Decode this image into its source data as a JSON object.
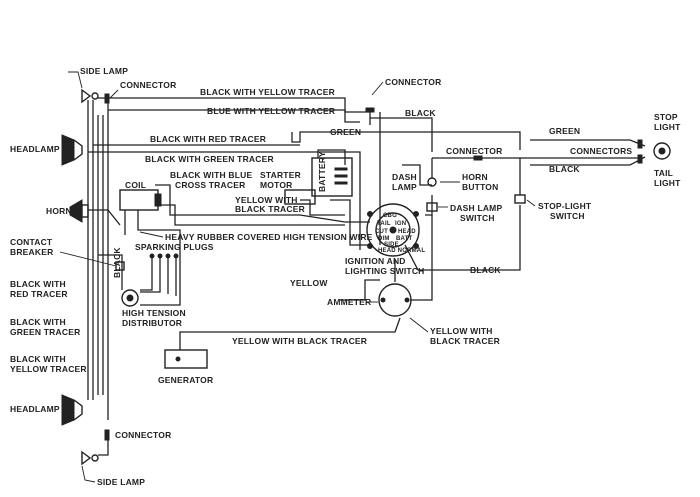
{
  "labels": {
    "side_lamp_top": "SIDE LAMP",
    "connector_top": "CONNECTOR",
    "headlamp_top": "HEADLAMP",
    "horn": "HORN",
    "contact_breaker": [
      "CONTACT",
      "BREAKER"
    ],
    "left_black_red": [
      "BLACK WITH",
      "RED TRACER"
    ],
    "left_black_green": [
      "BLACK WITH",
      "GREEN TRACER"
    ],
    "left_black_yellow": [
      "BLACK WITH",
      "YELLOW TRACER"
    ],
    "headlamp_bottom": "HEADLAMP",
    "connector_bottom": "CONNECTOR",
    "side_lamp_bottom": "SIDE LAMP",
    "black_yellow_tracer_top": "BLACK WITH YELLOW TRACER",
    "connector_mid_top": "CONNECTOR",
    "blue_yellow_tracer": "BLUE WITH YELLOW TRACER",
    "black_top_right": "BLACK",
    "green_mid": "GREEN",
    "black_red_tracer": "BLACK WITH RED TRACER",
    "black_green_tracer": "BLACK WITH GREEN TRACER",
    "connector_right_mid": "CONNECTOR",
    "green_right": "GREEN",
    "stop_light": [
      "STOP",
      "LIGHT"
    ],
    "connectors": "CONNECTORS",
    "tail_light": [
      "TAIL",
      "LIGHT"
    ],
    "black_right": "BLACK",
    "stop_light_switch": [
      "STOP-LIGHT",
      "SWITCH"
    ],
    "coil": "COIL",
    "black_blue_cross": [
      "BLACK WITH BLUE",
      "CROSS TRACER"
    ],
    "starter_motor": [
      "STARTER",
      "MOTOR"
    ],
    "battery": "BATTERY",
    "yellow_black_tracer_upper": [
      "YELLOW WITH",
      "BLACK TRACER"
    ],
    "dash_lamp": [
      "DASH",
      "LAMP"
    ],
    "horn_button": [
      "HORN",
      "BUTTON"
    ],
    "dash_lamp_switch": [
      "DASH LAMP",
      "SWITCH"
    ],
    "high_tension_wire": "HEAVY RUBBER COVERED HIGH TENSION WIRE",
    "sparking_plugs": "SPARKING PLUGS",
    "black_vertical": "BLACK",
    "ignition_switch": [
      "IGNITION AND",
      "LIGHTING SWITCH"
    ],
    "black_right_lower": "BLACK",
    "yellow": "YELLOW",
    "ammeter": "AMMETER",
    "distributor": [
      "HIGH TENSION",
      "DISTRIBUTOR"
    ],
    "yellow_black_lower": [
      "YELLOW WITH",
      "BLACK TRACER"
    ],
    "yellow_black_long": "YELLOW WITH BLACK TRACER",
    "generator": "GENERATOR"
  },
  "switch_terminals": [
    "CBG",
    "TAIL",
    "IGN",
    "CUT",
    "HEAD",
    "DIM",
    "BATT",
    "SIDE",
    "HEAD NORMAL"
  ]
}
